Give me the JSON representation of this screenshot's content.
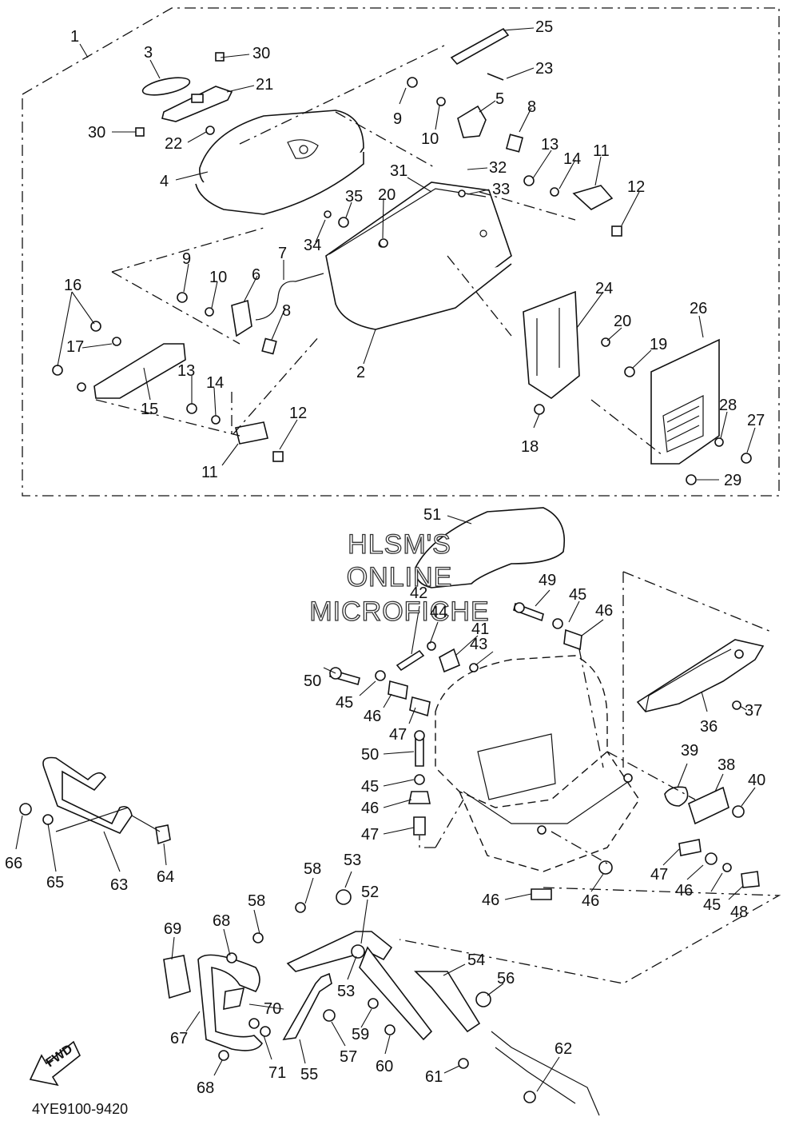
{
  "diagram": {
    "watermark": {
      "line1": "HLSM'S",
      "line2": "ONLINE",
      "line3": "MICROFICHE"
    },
    "drawing_code": "4YE9100-9420",
    "fwd_label": "FWD",
    "colors": {
      "ink": "#111111",
      "paper": "#ffffff"
    },
    "callouts": [
      "1",
      "2",
      "3",
      "4",
      "5",
      "6",
      "7",
      "8",
      "8",
      "9",
      "9",
      "10",
      "10",
      "11",
      "11",
      "12",
      "12",
      "13",
      "13",
      "14",
      "14",
      "15",
      "16",
      "17",
      "18",
      "19",
      "20",
      "20",
      "21",
      "22",
      "23",
      "24",
      "25",
      "26",
      "27",
      "28",
      "29",
      "30",
      "30",
      "31",
      "32",
      "33",
      "34",
      "35",
      "36",
      "37",
      "38",
      "39",
      "40",
      "41",
      "42",
      "43",
      "44",
      "45",
      "45",
      "45",
      "45",
      "46",
      "46",
      "46",
      "46",
      "46",
      "46",
      "47",
      "47",
      "47",
      "48",
      "49",
      "50",
      "50",
      "51",
      "52",
      "53",
      "53",
      "54",
      "55",
      "56",
      "57",
      "58",
      "58",
      "59",
      "60",
      "61",
      "62",
      "63",
      "64",
      "65",
      "66",
      "67",
      "68",
      "68",
      "69",
      "70",
      "71"
    ]
  }
}
